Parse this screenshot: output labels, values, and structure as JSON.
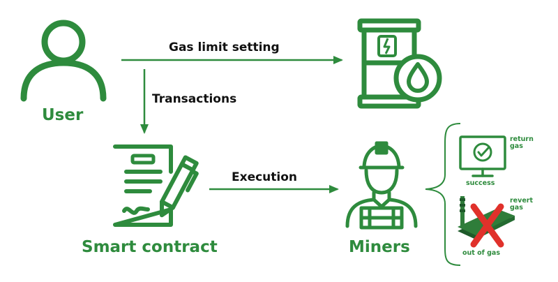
{
  "colors": {
    "accent": "#2e8b3d",
    "text": "#111111",
    "cross": "#e0312b",
    "miner_fill": "#2f7d3a"
  },
  "nodes": {
    "user": {
      "label": "User",
      "icon": "user-icon"
    },
    "gas": {
      "icon": "oil-barrel-icon"
    },
    "contract": {
      "label": "Smart contract",
      "icon": "contract-pen-icon"
    },
    "miners": {
      "label": "Miners",
      "icon": "miner-worker-icon"
    }
  },
  "edges": {
    "gas_limit": "Gas limit setting",
    "transactions": "Transactions",
    "execution": "Execution"
  },
  "outcomes": {
    "success": {
      "caption": "success",
      "note_line1": "return",
      "note_line2": "gas",
      "icon": "monitor-check-icon"
    },
    "failure": {
      "caption": "out of gas",
      "note_line1": "revert",
      "note_line2": "gas",
      "icon": "mining-rig-crossed-icon"
    }
  }
}
